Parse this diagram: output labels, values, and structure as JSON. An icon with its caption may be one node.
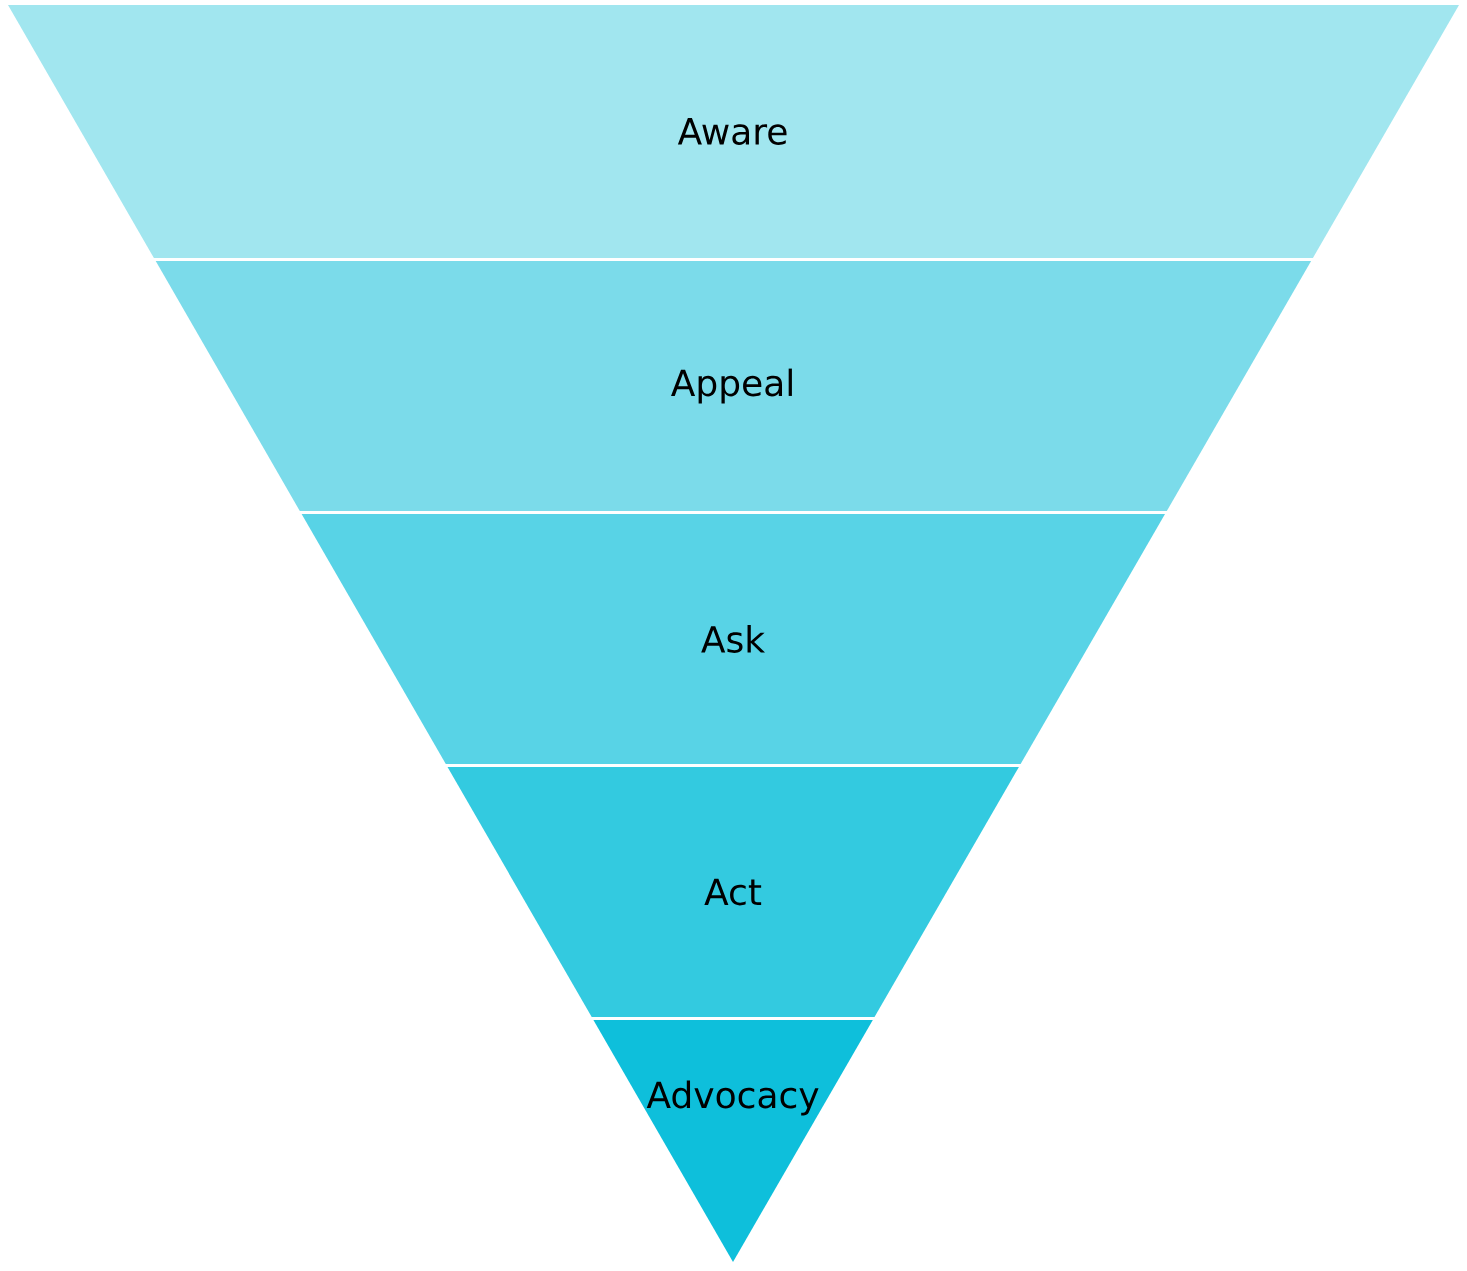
{
  "diagram": {
    "nodes": [
      {
        "text": [
          "Aware"
        ]
      },
      {
        "text": [
          "Appeal"
        ]
      },
      {
        "text": [
          "Ask"
        ]
      },
      {
        "text": [
          "Act"
        ]
      },
      {
        "text": [
          "Advocacy"
        ]
      }
    ]
  }
}
